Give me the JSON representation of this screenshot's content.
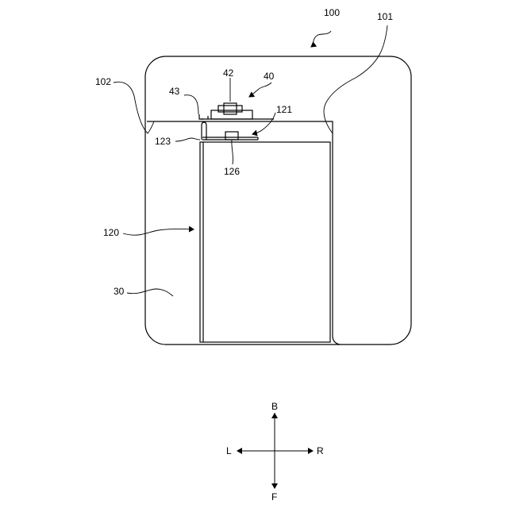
{
  "labels": {
    "l100": "100",
    "l101": "101",
    "l102": "102",
    "l42": "42",
    "l40": "40",
    "l43": "43",
    "l121": "121",
    "l123": "123",
    "l126": "126",
    "l120": "120",
    "l30": "30"
  },
  "compass": {
    "up": "B",
    "down": "F",
    "left": "L",
    "right": "R"
  }
}
